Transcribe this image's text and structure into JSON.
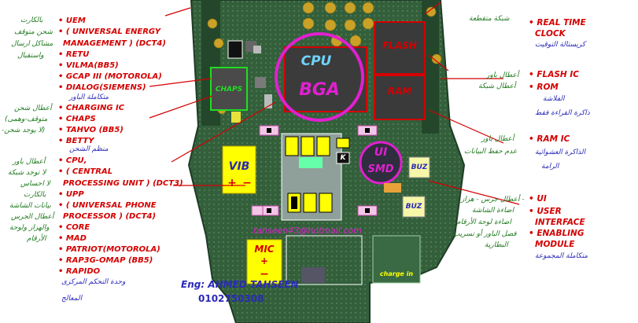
{
  "left_labels": {
    "uem": "UEM",
    "uem_full1": "( UNIVERSAL  ENERGY",
    "uem_full2": "MANAGEMENT )  (DCT4)",
    "retu": "RETU",
    "vilma": "VILMA(BB5)",
    "gcap": "GCAP III (MOTOROLA)",
    "dialog": "DIALOG(SIEMENS)",
    "charging": "CHARGING IC",
    "chaps": "CHAPS",
    "tahvo": "TAHVO (BB5)",
    "betty": "BETTY",
    "cpu": "CPU,",
    "central": "( CENTRAL",
    "processing": "PROCESSING UNIT ) (DCT3)",
    "upp": "UPP",
    "universal_phone": "( UNIVERSAL PHONE",
    "processor": "PROCESSOR ) (DCT4)",
    "core": "CORE",
    "mad": "MAD",
    "patriot": "PATRIOT(MOTOROLA)",
    "rap3g": "RAP3G-OMAP  (BB5)",
    "rapido": "RAPIDO"
  },
  "left_arabic": {
    "a1": "بالكارت",
    "a2": "شحن متوقف",
    "a3": "مشاكل ارسال",
    "a4": "واستقبال",
    "a5": "متكاملة الباور",
    "a6": "أعطال شحن",
    "a7": "(متوقف-وهمى",
    "a8": "-لا يوجد شحن)",
    "a9": "منظم الشحن",
    "a10": "أعطال باور",
    "a11": "لا توجد شبكة",
    "a12": "لا احساس",
    "a13": "بالكارت",
    "a14": "بيانات الشاشة",
    "a15": "أعطال الجرس",
    "a16": "والهزاز ولوحة",
    "a17": "الأرقام",
    "a18": "وحدة التحكم المركزى",
    "a19": "المعالج"
  },
  "right_labels": {
    "rtc1": "REAL TIME",
    "rtc2": "CLOCK",
    "flash_ic": "FLASH IC",
    "rom": "ROM",
    "ram_ic": "RAM IC",
    "ui": "UI",
    "user": "USER",
    "interface": "INTERFACE",
    "enabling": "ENABLING",
    "module": "MODULE"
  },
  "right_arabic": {
    "r1": "شبكة متقطعة",
    "r2": "كريستالة التوقيت",
    "r3": "أعطال باور",
    "r4": "أعطال شبكة",
    "r5": "الفلاشة",
    "r6": "ذاكرة القراءة فقط",
    "r7": "أعطال باور",
    "r8": "عدم حفظ البيانات",
    "r9": "الذاكرة العشوائية",
    "r10": "الرامة",
    "r11": "أعطال جرس - هزاز -",
    "r12": "اضاءة الشاشة",
    "r13": "اضاءة لوحة الأرقام",
    "r14": "فصل الباور أو تسريب",
    "r15": "البطارية",
    "r16": "متكاملة المجموعة"
  },
  "board": {
    "cpu": "CPU",
    "bga": "BGA",
    "flash": "FLASH",
    "ram": "RAM",
    "chaps": "CHAPS",
    "vib": "VIB",
    "vib_plus": "+",
    "vib_minus": "−",
    "ui": "UI",
    "smd": "SMD",
    "buz1": "BUZ",
    "buz2": "BUZ",
    "k": "K",
    "mic": "MIC",
    "mic_plus": "+",
    "mic_minus": "−",
    "charge_in": "charge in",
    "email": "tahseen43@hotmail.com"
  },
  "credits": {
    "eng": "Eng: AHMED TAHSEEN",
    "phone": "0102750308"
  },
  "colors": {
    "pcb": "#2f5f3a",
    "label_red": "#d40000",
    "arabic_green": "#1f7a1f",
    "arabic_blue": "#2a2ab8",
    "cpu_circle": "#e020d0",
    "highlight_yellow": "#ffff00"
  }
}
